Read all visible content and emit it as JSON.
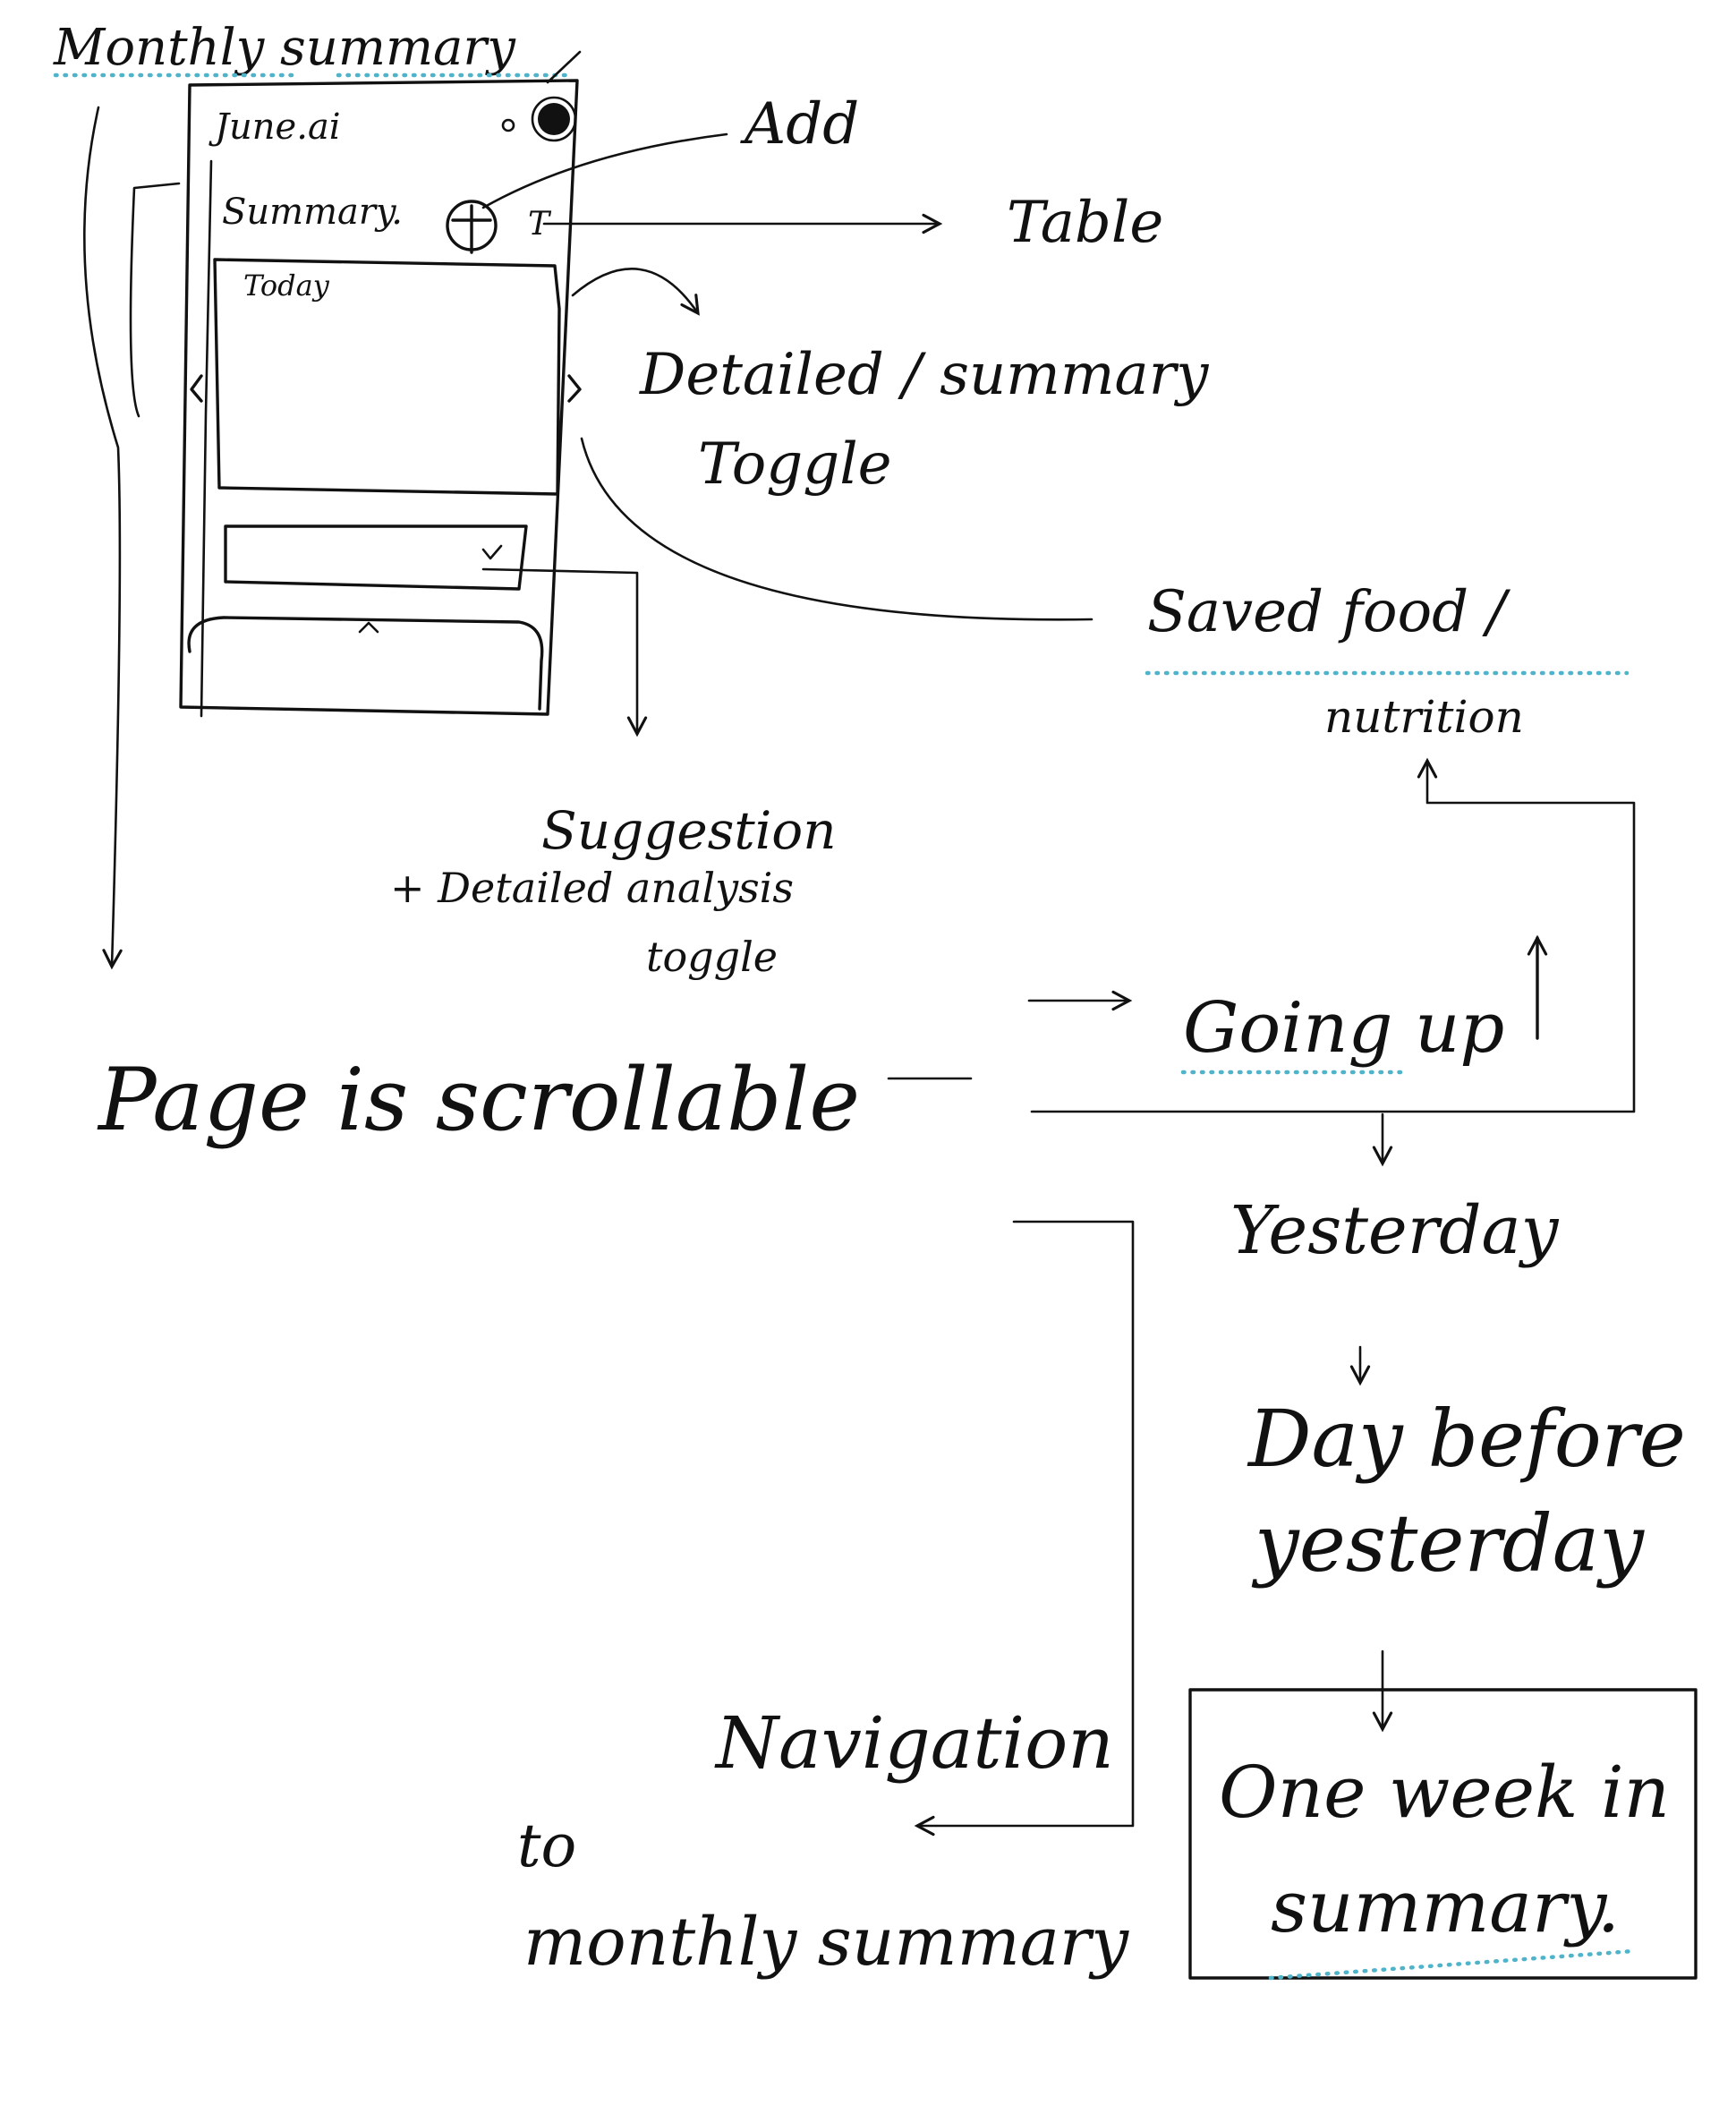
{
  "title": "Monthly summary",
  "phone": {
    "header_text": "June.ai",
    "summary_text": "Summary.",
    "table_icon_text": "T",
    "card_title": "Today"
  },
  "annotations": {
    "add": "Add",
    "table": "Table",
    "detailed_summary_1": "Detailed / summary",
    "detailed_summary_2": "Toggle",
    "saved_food_1": "Saved food /",
    "saved_food_2": "nutrition",
    "suggestion_1": "Suggestion",
    "suggestion_2": "+ Detailed analysis",
    "suggestion_3": "toggle",
    "page_scrollable": "Page is scrollable",
    "going_up": "Going up",
    "yesterday": "Yesterday",
    "day_before_1": "Day before",
    "day_before_2": "yesterday",
    "one_week_1": "One week in",
    "one_week_2": "summary.",
    "navigation_1": "Navigation",
    "navigation_2": "to",
    "navigation_3": "monthly summary"
  },
  "colors": {
    "ink": "#111111",
    "highlight": "#4fb3c9"
  }
}
